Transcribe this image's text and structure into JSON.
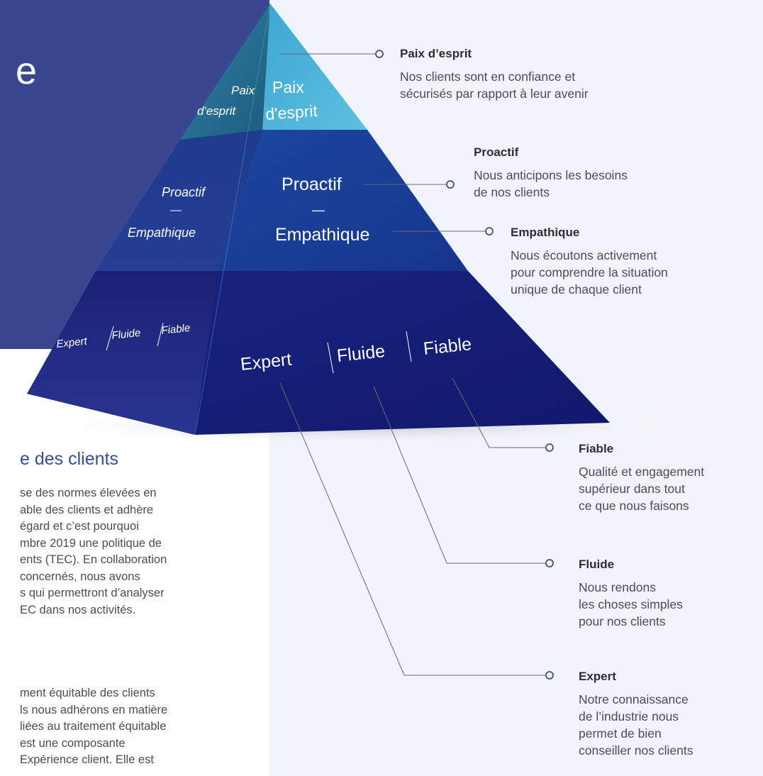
{
  "pyramid": {
    "back_label_top": [
      "Paix",
      "d'esprit"
    ],
    "back_label_mid_top": "Proactif",
    "back_label_mid_dash": "—",
    "back_label_mid_bottom": "Empathique",
    "back_label_base": [
      "Expert",
      "Fluide",
      "Fiable"
    ],
    "front_label_top": [
      "Paix",
      "d'esprit"
    ],
    "front_label_mid_top": "Proactif",
    "front_label_mid_dash": "—",
    "front_label_mid_bottom": "Empathique",
    "front_label_base": [
      "Expert",
      "Fluide",
      "Fiable"
    ],
    "hero_partial_letter": "e",
    "colors": {
      "background_panel": "#f1f4fa",
      "hero_block": "#3b4690",
      "tier_top_light": "#4fb4d8",
      "tier_top_dark": "#2b6e8c",
      "tier_mid": "#1b4196",
      "tier_base": "#151f7c"
    }
  },
  "notes": {
    "paix": {
      "title": "Paix d’esprit",
      "body": [
        "Nos clients sont en confiance et",
        "sécurisés par rapport à leur avenir"
      ]
    },
    "proactif": {
      "title": "Proactif",
      "body": [
        "Nous anticipons les besoins",
        "de nos clients"
      ]
    },
    "empathique": {
      "title": "Empathique",
      "body": [
        "Nous écoutons activement",
        "pour comprendre la situation",
        "unique de chaque client"
      ]
    },
    "fiable": {
      "title": "Fiable",
      "body": [
        "Qualité et engagement",
        "supérieur dans tout",
        "ce que nous faisons"
      ]
    },
    "fluide": {
      "title": "Fluide",
      "body": [
        "Nous rendons",
        "les choses simples",
        "pour nos clients"
      ]
    },
    "expert": {
      "title": "Expert",
      "body": [
        "Notre connaissance",
        "de l’industrie nous",
        "permet de bien",
        "conseiller nos clients"
      ]
    }
  },
  "article": {
    "heading": "e des clients",
    "paragraph1": [
      "se des normes élevées en",
      "able des clients et adhère",
      "égard et c’est pourquoi",
      "mbre 2019 une politique de",
      "ents (TEC). En collaboration",
      "concernés, nous avons",
      "s qui permettront d’analyser",
      "EC dans nos activités."
    ],
    "paragraph2": [
      "ment équitable des clients",
      "ls nous adhérons en matière",
      "liées au traitement équitable",
      "est une composante",
      "Expérience client. Elle est"
    ]
  }
}
